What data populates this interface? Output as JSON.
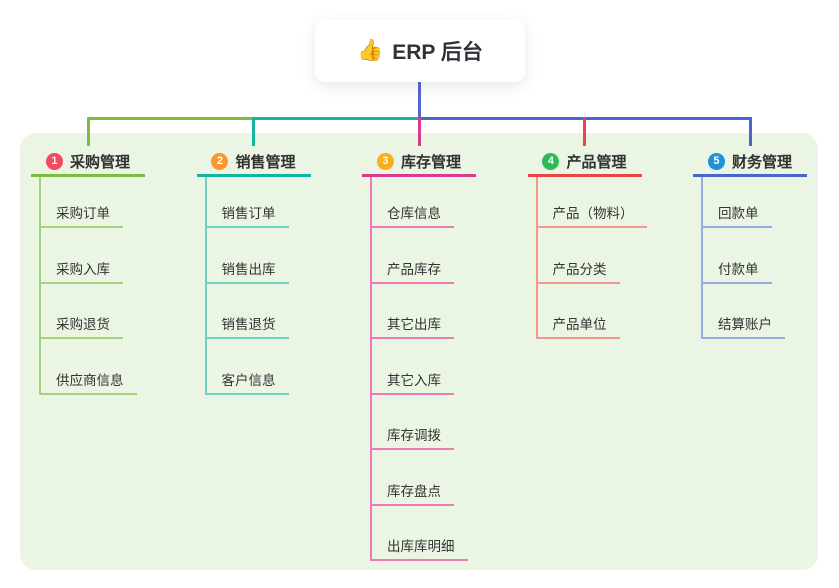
{
  "root": {
    "icon": "👍",
    "label": "ERP 后台"
  },
  "colors": {
    "panel_bg": "#eaf5e3",
    "card_bg": "#ffffff",
    "root_connector": "#5463d2",
    "text": "#333333"
  },
  "branches": [
    {
      "badge": "1",
      "label": "采购管理",
      "badge_color": "#f2495f",
      "line_color": "#7abf3c",
      "child_line_color": "#a2d378",
      "children": [
        "采购订单",
        "采购入库",
        "采购退货",
        "供应商信息"
      ]
    },
    {
      "badge": "2",
      "label": "销售管理",
      "badge_color": "#f8972a",
      "line_color": "#12b5a0",
      "child_line_color": "#6fd2c3",
      "children": [
        "销售订单",
        "销售出库",
        "销售退货",
        "客户信息"
      ]
    },
    {
      "badge": "3",
      "label": "库存管理",
      "badge_color": "#fbae17",
      "line_color": "#d93a8e",
      "child_line_color": "#f07ab5",
      "children": [
        "仓库信息",
        "产品库存",
        "其它出库",
        "其它入库",
        "库存调拨",
        "库存盘点",
        "出库库明细"
      ]
    },
    {
      "badge": "4",
      "label": "产品管理",
      "badge_color": "#2dbb55",
      "line_color": "#ef4444",
      "child_line_color": "#f7948d",
      "children": [
        "产品（物料）",
        "产品分类",
        "产品单位"
      ]
    },
    {
      "badge": "5",
      "label": "财务管理",
      "badge_color": "#2090d9",
      "line_color": "#4766cf",
      "child_line_color": "#97abe8",
      "children": [
        "回款单",
        "付款单",
        "结算账户"
      ]
    }
  ]
}
